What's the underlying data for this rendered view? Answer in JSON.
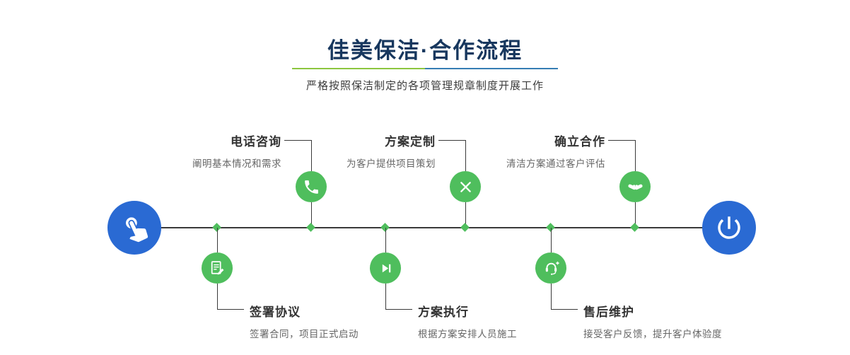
{
  "header": {
    "title": "佳美保洁·合作流程",
    "subtitle": "严格按照保洁制定的各项管理规章制度开展工作"
  },
  "steps_top": [
    {
      "title": "电话咨询",
      "desc": "阐明基本情况和需求",
      "icon": "phone-icon"
    },
    {
      "title": "方案定制",
      "desc": "为客户提供项目策划",
      "icon": "design-tools-icon"
    },
    {
      "title": "确立合作",
      "desc": "清洁方案通过客户评估",
      "icon": "handshake-icon"
    }
  ],
  "steps_bottom": [
    {
      "title": "签署协议",
      "desc": "签署合同，项目正式启动",
      "icon": "contract-sign-icon"
    },
    {
      "title": "方案执行",
      "desc": "根据方案安排人员施工",
      "icon": "play-next-icon"
    },
    {
      "title": "售后维护",
      "desc": "接受客户反馈，提升客户体验度",
      "icon": "headset-service-icon"
    }
  ],
  "endpoints": {
    "start_icon": "pointing-hand-icon",
    "end_icon": "power-icon"
  },
  "colors": {
    "accent_green": "#4fbe5d",
    "accent_blue": "#2a6ad3",
    "divider_green": "#8cc63f",
    "divider_blue": "#367db4",
    "title_color": "#17375e",
    "line_color": "#3a3a3a"
  }
}
